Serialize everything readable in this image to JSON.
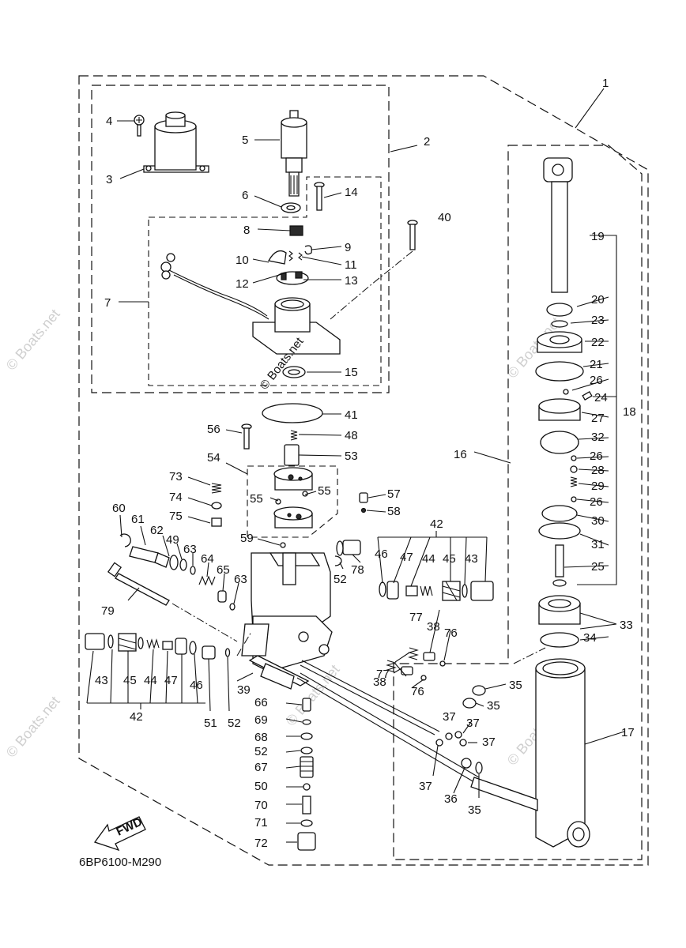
{
  "diagram": {
    "code": "6BP6100-M290",
    "direction_label": "FWD",
    "copyright_stamp": "© Boats.net",
    "watermark_text": "© Boats.net",
    "colors": {
      "line": "#111111",
      "background": "#ffffff",
      "watermark": "#cfcfcf"
    },
    "callouts": [
      "1",
      "2",
      "3",
      "4",
      "5",
      "6",
      "7",
      "8",
      "9",
      "10",
      "11",
      "12",
      "13",
      "14",
      "15",
      "16",
      "17",
      "18",
      "19",
      "20",
      "21",
      "22",
      "23",
      "24",
      "25",
      "26",
      "26",
      "26",
      "27",
      "28",
      "29",
      "30",
      "31",
      "32",
      "33",
      "34",
      "35",
      "35",
      "35",
      "35",
      "36",
      "37",
      "37",
      "37",
      "37",
      "37",
      "38",
      "38",
      "39",
      "40",
      "41",
      "42",
      "42",
      "43",
      "43",
      "44",
      "44",
      "45",
      "45",
      "46",
      "46",
      "47",
      "47",
      "48",
      "49",
      "50",
      "51",
      "52",
      "52",
      "52",
      "53",
      "54",
      "55",
      "55",
      "56",
      "57",
      "58",
      "59",
      "60",
      "61",
      "62",
      "63",
      "63",
      "64",
      "65",
      "66",
      "67",
      "68",
      "69",
      "70",
      "71",
      "72",
      "73",
      "74",
      "75",
      "76",
      "76",
      "77",
      "77",
      "78",
      "79"
    ]
  }
}
